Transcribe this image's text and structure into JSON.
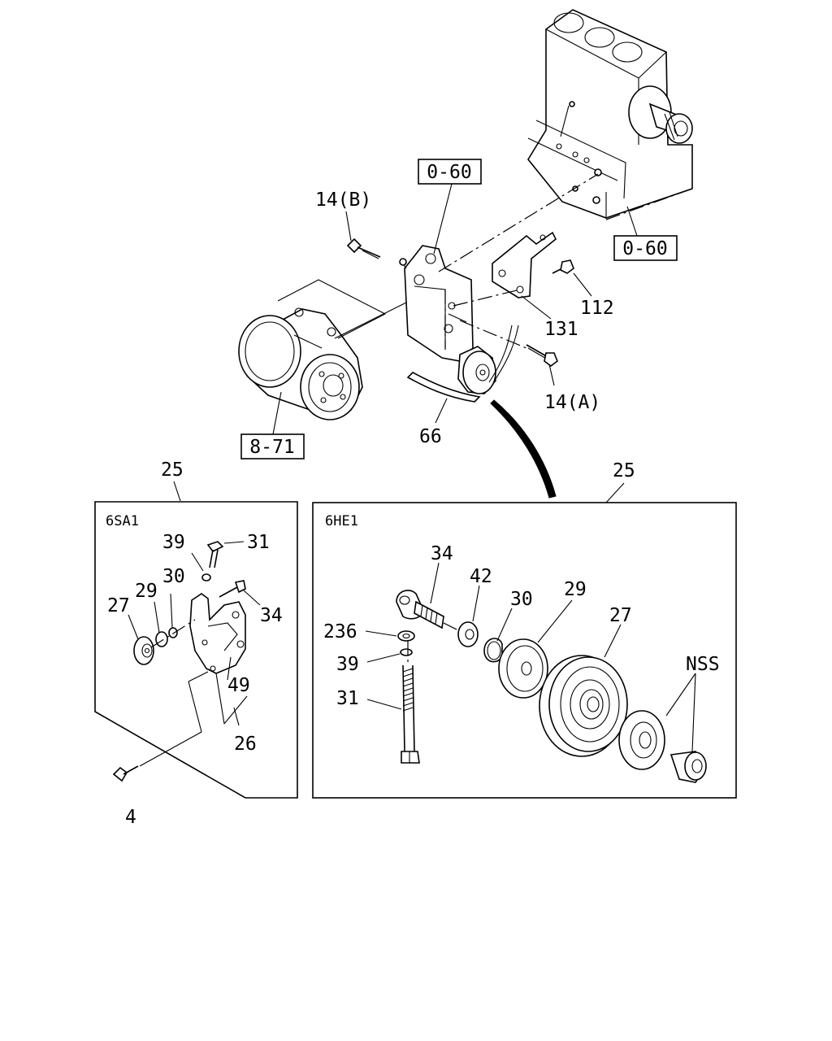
{
  "references": {
    "ref_top": "0-60",
    "ref_right": "0-60",
    "ref_compressor": "8-71"
  },
  "callouts": {
    "bolt_b": "14(B)",
    "bolt_a": "14(A)",
    "bolt_112": "112",
    "bracket_131": "131",
    "belt_66": "66",
    "group_left": "25",
    "group_right": "25"
  },
  "panel_left": {
    "engine_tag": "6SA1",
    "labels": {
      "l39": "39",
      "l31": "31",
      "l30": "30",
      "l29": "29",
      "l27": "27",
      "l34": "34",
      "l49": "49",
      "l26": "26",
      "l4": "4"
    }
  },
  "panel_right": {
    "engine_tag": "6HE1",
    "labels": {
      "l34": "34",
      "l42": "42",
      "l30": "30",
      "l29": "29",
      "l27": "27",
      "l236": "236",
      "l39": "39",
      "l31": "31",
      "nss": "NSS"
    }
  }
}
